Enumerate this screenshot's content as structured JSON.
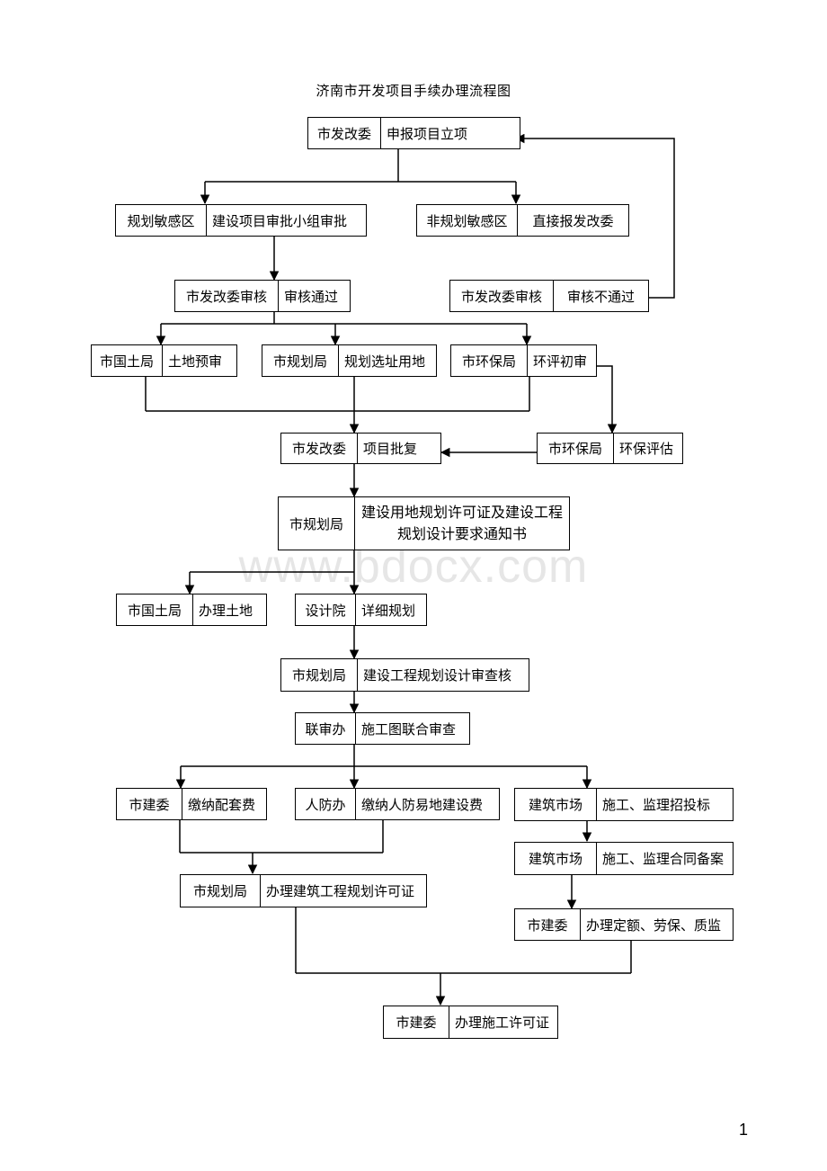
{
  "title": "济南市开发项目手续办理流程图",
  "watermark": "www.bdocx.com",
  "page_number": "1",
  "nodes": {
    "n1": {
      "org": "市发改委",
      "action": "申报项目立项"
    },
    "n2": {
      "org": "规划敏感区",
      "action": "建设项目审批小组审批"
    },
    "n3": {
      "org": "非规划敏感区",
      "action": "直接报发改委"
    },
    "n4": {
      "org": "市发改委审核",
      "action": "审核通过"
    },
    "n5": {
      "org": "市发改委审核",
      "action": "审核不通过"
    },
    "n6": {
      "org": "市国土局",
      "action": "土地预审"
    },
    "n7": {
      "org": "市规划局",
      "action": "规划选址用地"
    },
    "n8": {
      "org": "市环保局",
      "action": "环评初审"
    },
    "n9": {
      "org": "市发改委",
      "action": "项目批复"
    },
    "n10": {
      "org": "市环保局",
      "action": "环保评估"
    },
    "n11": {
      "org": "市规划局",
      "action": "建设用地规划许可证及建设工程规划设计要求通知书"
    },
    "n12": {
      "org": "市国土局",
      "action": "办理土地"
    },
    "n13": {
      "org": "设计院",
      "action": "详细规划"
    },
    "n14": {
      "org": "市规划局",
      "action": "建设工程规划设计审查核"
    },
    "n15": {
      "org": "联审办",
      "action": "施工图联合审查"
    },
    "n16": {
      "org": "市建委",
      "action": "缴纳配套费"
    },
    "n17": {
      "org": "人防办",
      "action": "缴纳人防易地建设费"
    },
    "n18": {
      "org": "建筑市场",
      "action": "施工、监理招投标"
    },
    "n19": {
      "org": "建筑市场",
      "action": "施工、监理合同备案"
    },
    "n20": {
      "org": "市规划局",
      "action": "办理建筑工程规划许可证"
    },
    "n21": {
      "org": "市建委",
      "action": "办理定额、劳保、质监"
    },
    "n22": {
      "org": "市建委",
      "action": "办理施工许可证"
    }
  }
}
